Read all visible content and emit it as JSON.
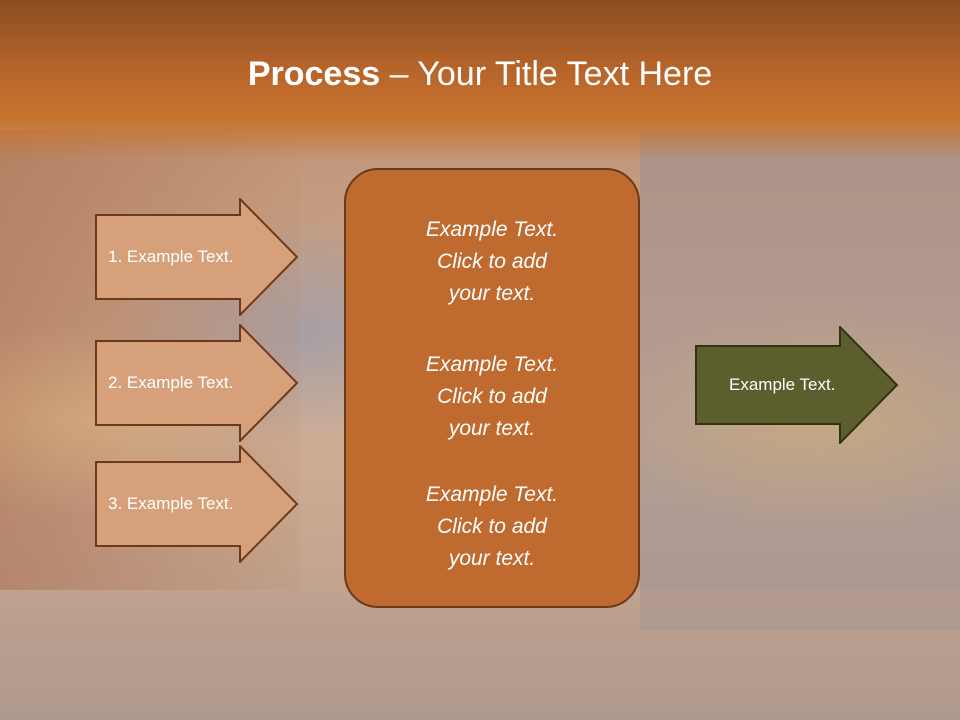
{
  "slide": {
    "title_bold": "Process",
    "title_rest": " – Your Title Text Here"
  },
  "steps": [
    {
      "label": "1. Example Text."
    },
    {
      "label": "2. Example Text."
    },
    {
      "label": "3. Example Text."
    }
  ],
  "center_panel": {
    "items": [
      {
        "text": "Example Text.\nClick  to add\nyour text."
      },
      {
        "text": "Example Text.\nClick  to add\nyour text."
      },
      {
        "text": "Example Text.\nClick  to add\nyour text."
      }
    ]
  },
  "result": {
    "label": "Example Text."
  },
  "colors": {
    "banner": "#b8652a",
    "step_fill": "#d5a07a",
    "step_border": "#6b3a1b",
    "panel_fill": "#bf6a2e",
    "result_fill": "#5b5f2e",
    "result_border": "#2f3314"
  }
}
